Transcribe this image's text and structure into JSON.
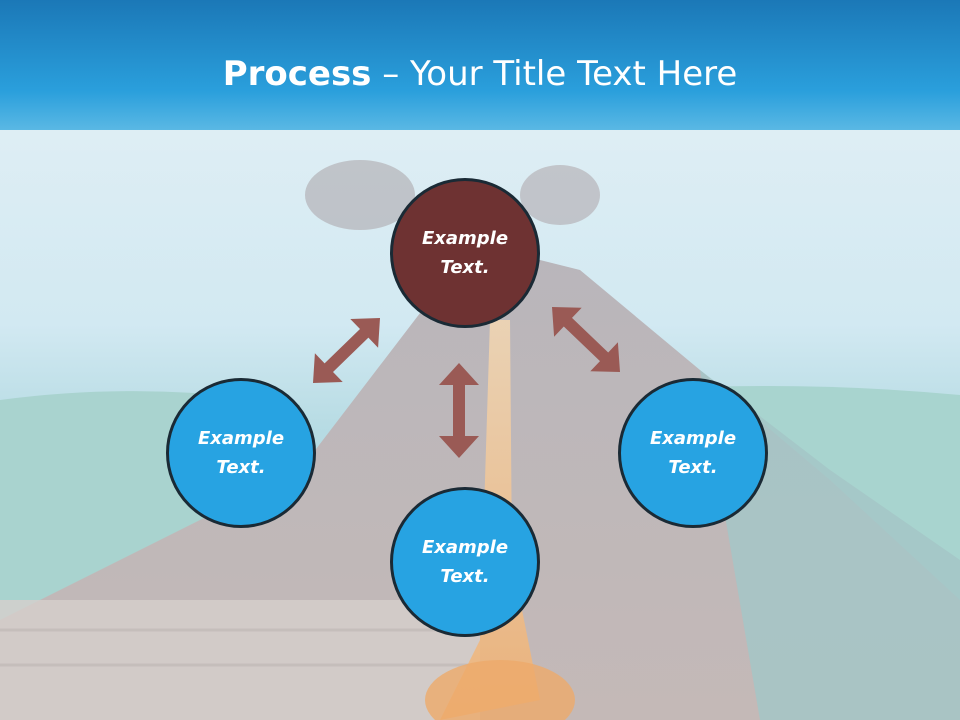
{
  "title": {
    "bold": "Process",
    "rest": " – Your Title Text Here"
  },
  "nodes": {
    "top": "Example Text.",
    "left": "Example Text.",
    "bottom": "Example Text.",
    "right": "Example Text."
  },
  "colors": {
    "header": "#2a9fdc",
    "node_blue": "#27a3e2",
    "node_brown": "#6e3232",
    "arrow": "#9a5a55"
  }
}
